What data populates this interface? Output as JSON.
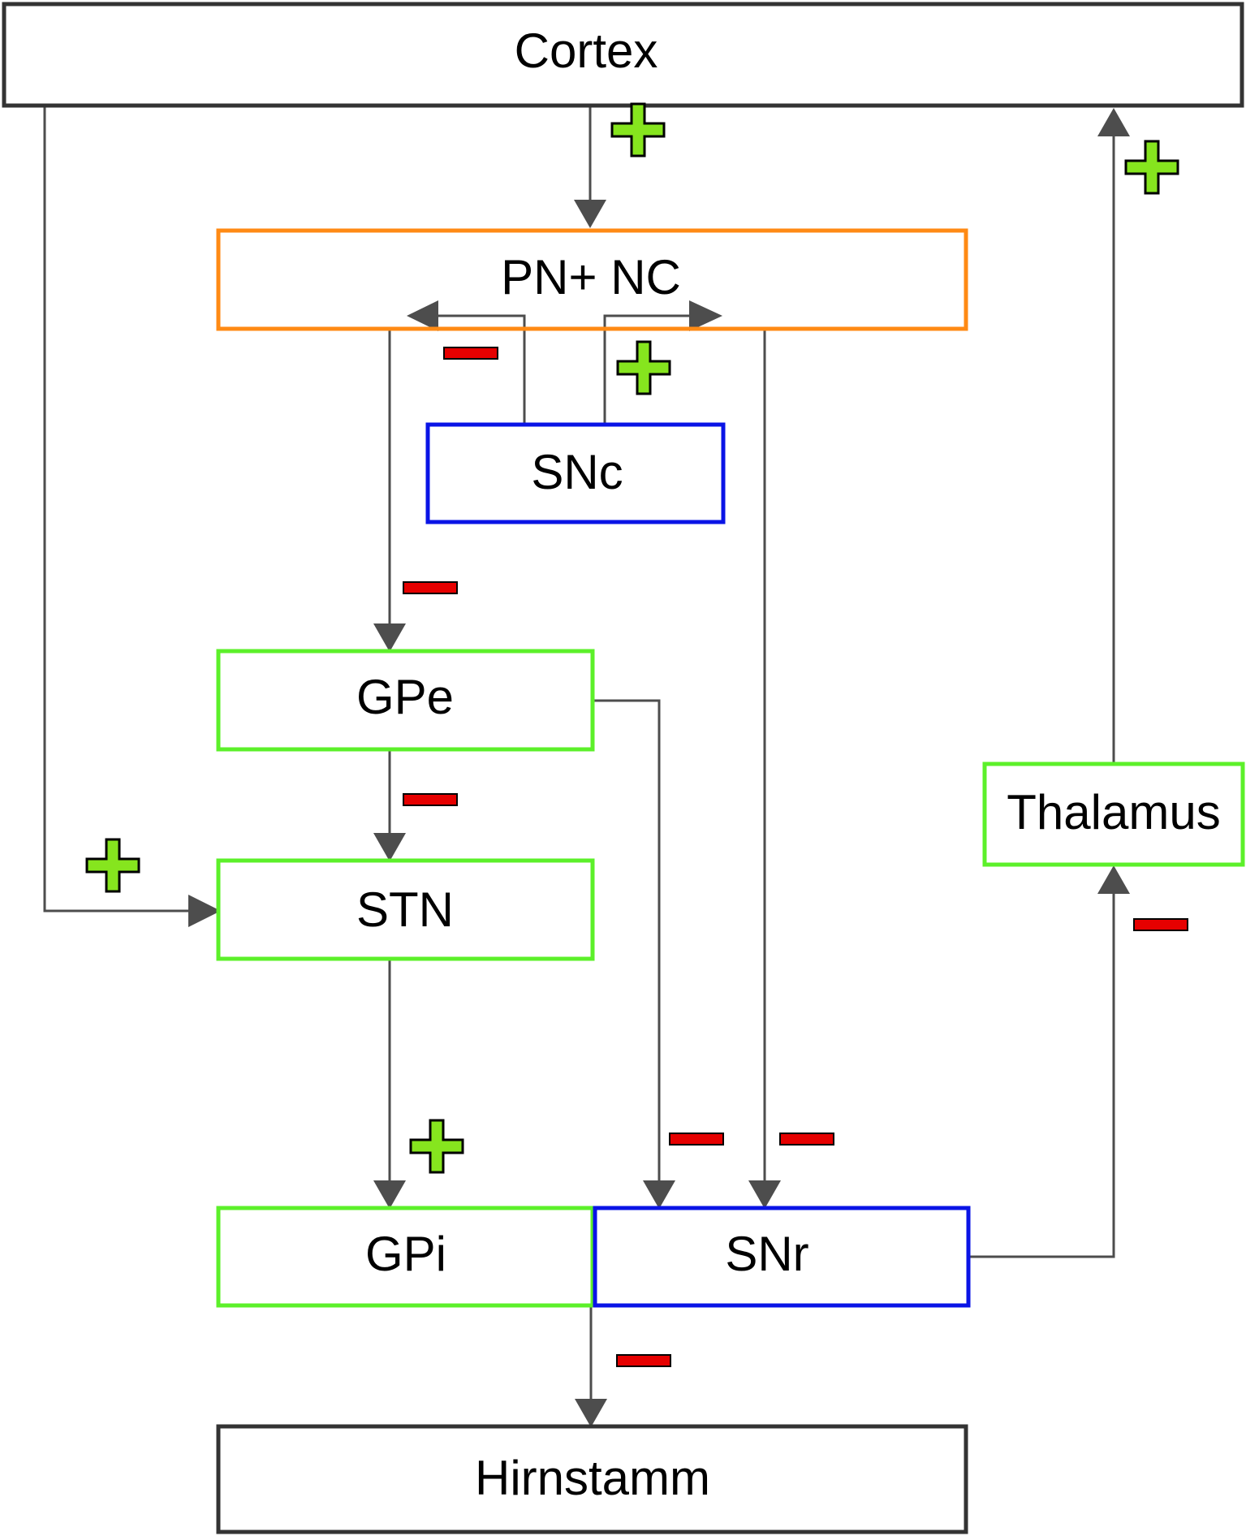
{
  "colors": {
    "neutral_border": "#333333",
    "striatum_border": "#ff8a14",
    "substantia_nigra_border": "#0a14e6",
    "pallidal_border": "#5cf02a",
    "edge": "#4d4d4d",
    "excitatory_sign": "#86e51e",
    "inhibitory_sign": "#e60000"
  },
  "nodes": {
    "cortex": "Cortex",
    "pn_nc": "PN+ NC",
    "snc": "SNc",
    "gpe": "GPe",
    "stn": "STN",
    "gpi": "GPi",
    "snr": "SNr",
    "thalamus": "Thalamus",
    "hirnstamm": "Hirnstamm"
  },
  "edges": [
    {
      "from": "Cortex",
      "to": "PN+ NC",
      "sign": "+"
    },
    {
      "from": "Cortex",
      "to": "STN",
      "sign": "+"
    },
    {
      "from": "SNc",
      "to": "PN+ NC",
      "sign": "-"
    },
    {
      "from": "SNc",
      "to": "PN+ NC",
      "sign": "+"
    },
    {
      "from": "PN+ NC",
      "to": "GPe",
      "sign": "-"
    },
    {
      "from": "PN+ NC",
      "to": "SNr",
      "sign": "-"
    },
    {
      "from": "GPe",
      "to": "STN",
      "sign": "-"
    },
    {
      "from": "GPe",
      "to": "SNr",
      "sign": "-"
    },
    {
      "from": "STN",
      "to": "GPi",
      "sign": "+"
    },
    {
      "from": "GPi",
      "to": "Hirnstamm",
      "sign": "-"
    },
    {
      "from": "SNr",
      "to": "Thalamus",
      "sign": "-"
    },
    {
      "from": "Thalamus",
      "to": "Cortex",
      "sign": "+"
    }
  ]
}
